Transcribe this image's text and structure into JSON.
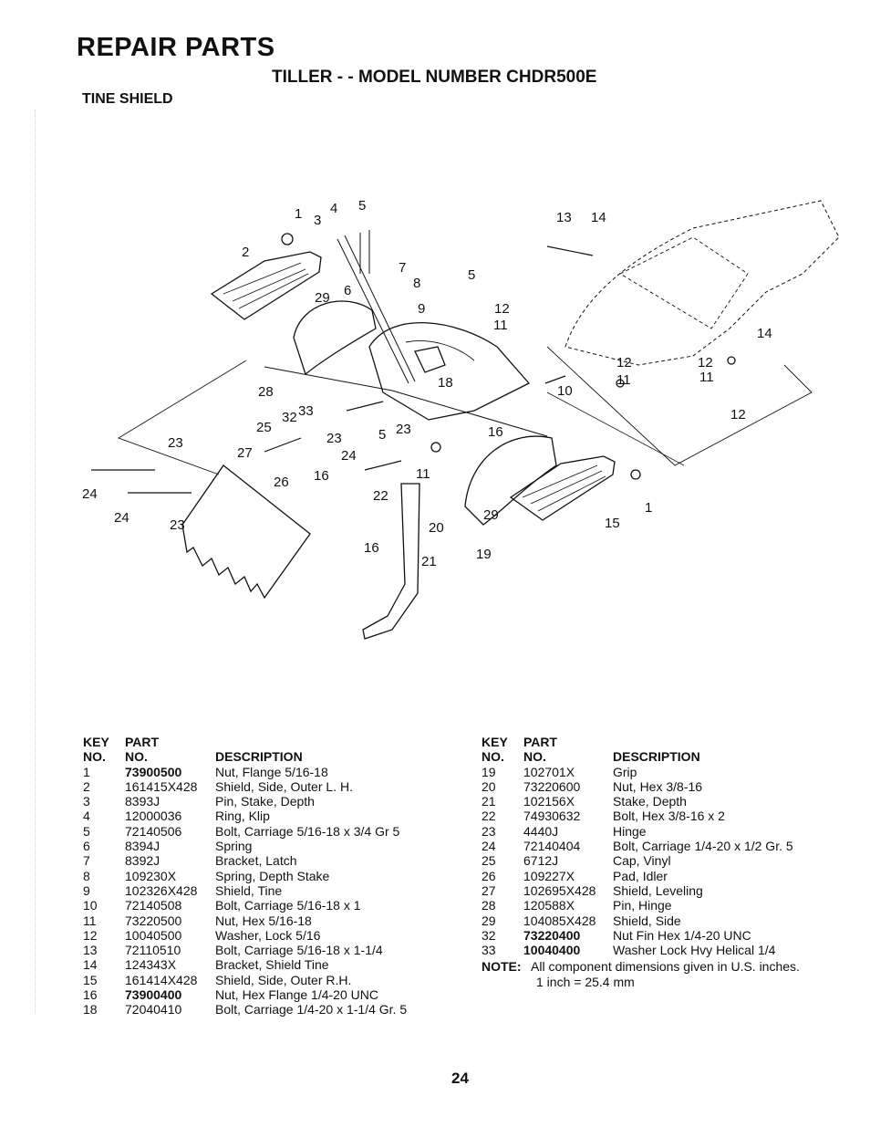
{
  "header": {
    "title": "REPAIR PARTS",
    "subtitle": "TILLER - - MODEL NUMBER CHDR500E",
    "section": "TINE SHIELD"
  },
  "diagram": {
    "callouts": [
      "1",
      "4",
      "5",
      "3",
      "2",
      "7",
      "8",
      "6",
      "29",
      "9",
      "5",
      "13",
      "14",
      "12",
      "11",
      "28",
      "18",
      "10",
      "14",
      "12",
      "11",
      "32",
      "33",
      "25",
      "23",
      "5",
      "23",
      "16",
      "12",
      "11",
      "12",
      "23",
      "27",
      "24",
      "24",
      "26",
      "16",
      "22",
      "11",
      "29",
      "1",
      "24",
      "23",
      "20",
      "15",
      "16",
      "21",
      "19"
    ]
  },
  "parts_table": {
    "headers": {
      "key_line1": "KEY",
      "key_line2": "NO.",
      "part_line1": "PART",
      "part_line2": "NO.",
      "description": "DESCRIPTION"
    },
    "left": [
      {
        "key": "1",
        "part": "73900500",
        "part_bold": true,
        "description": "Nut, Flange 5/16-18"
      },
      {
        "key": "2",
        "part": "161415X428",
        "part_bold": false,
        "description": "Shield, Side, Outer L. H."
      },
      {
        "key": "3",
        "part": "8393J",
        "part_bold": false,
        "description": "Pin, Stake, Depth"
      },
      {
        "key": "4",
        "part": "12000036",
        "part_bold": false,
        "description": "Ring, Klip"
      },
      {
        "key": "5",
        "part": "72140506",
        "part_bold": false,
        "description": "Bolt, Carriage 5/16-18 x 3/4 Gr 5"
      },
      {
        "key": "6",
        "part": "8394J",
        "part_bold": false,
        "description": "Spring"
      },
      {
        "key": "7",
        "part": "8392J",
        "part_bold": false,
        "description": "Bracket, Latch"
      },
      {
        "key": "8",
        "part": "109230X",
        "part_bold": false,
        "description": "Spring, Depth Stake"
      },
      {
        "key": "9",
        "part": "102326X428",
        "part_bold": false,
        "description": "Shield, Tine"
      },
      {
        "key": "10",
        "part": "72140508",
        "part_bold": false,
        "description": "Bolt, Carriage 5/16-18 x 1"
      },
      {
        "key": "11",
        "part": "73220500",
        "part_bold": false,
        "description": "Nut, Hex 5/16-18"
      },
      {
        "key": "12",
        "part": "10040500",
        "part_bold": false,
        "description": "Washer, Lock 5/16"
      },
      {
        "key": "13",
        "part": "72110510",
        "part_bold": false,
        "description": "Bolt, Carriage 5/16-18 x 1-1/4"
      },
      {
        "key": "14",
        "part": "124343X",
        "part_bold": false,
        "description": "Bracket, Shield Tine"
      },
      {
        "key": "15",
        "part": "161414X428",
        "part_bold": false,
        "description": "Shield, Side, Outer R.H."
      },
      {
        "key": "16",
        "part": "73900400",
        "part_bold": true,
        "description": "Nut, Hex Flange 1/4-20 UNC"
      },
      {
        "key": "18",
        "part": "72040410",
        "part_bold": false,
        "description": "Bolt, Carriage 1/4-20 x 1-1/4 Gr. 5"
      }
    ],
    "right": [
      {
        "key": "19",
        "part": "102701X",
        "part_bold": false,
        "description": "Grip"
      },
      {
        "key": "20",
        "part": "73220600",
        "part_bold": false,
        "description": "Nut, Hex 3/8-16"
      },
      {
        "key": "21",
        "part": "102156X",
        "part_bold": false,
        "description": "Stake, Depth"
      },
      {
        "key": "22",
        "part": "74930632",
        "part_bold": false,
        "description": "Bolt, Hex 3/8-16 x 2"
      },
      {
        "key": "23",
        "part": "4440J",
        "part_bold": false,
        "description": "Hinge"
      },
      {
        "key": "24",
        "part": "72140404",
        "part_bold": false,
        "description": "Bolt, Carriage 1/4-20 x 1/2 Gr. 5"
      },
      {
        "key": "25",
        "part": "6712J",
        "part_bold": false,
        "description": "Cap, Vinyl"
      },
      {
        "key": "26",
        "part": "109227X",
        "part_bold": false,
        "description": "Pad, Idler"
      },
      {
        "key": "27",
        "part": "102695X428",
        "part_bold": false,
        "description": "Shield, Leveling"
      },
      {
        "key": "28",
        "part": "120588X",
        "part_bold": false,
        "description": "Pin, Hinge"
      },
      {
        "key": "29",
        "part": "104085X428",
        "part_bold": false,
        "description": "Shield, Side"
      },
      {
        "key": "32",
        "part": "73220400",
        "part_bold": true,
        "description": "Nut Fin Hex 1/4-20 UNC"
      },
      {
        "key": "33",
        "part": "10040400",
        "part_bold": true,
        "description": "Washer Lock Hvy Helical 1/4"
      }
    ],
    "note_label": "NOTE:",
    "note_text": "All component dimensions given in U.S. inches.",
    "note_sub": "1 inch = 25.4 mm"
  },
  "page_number": "24"
}
